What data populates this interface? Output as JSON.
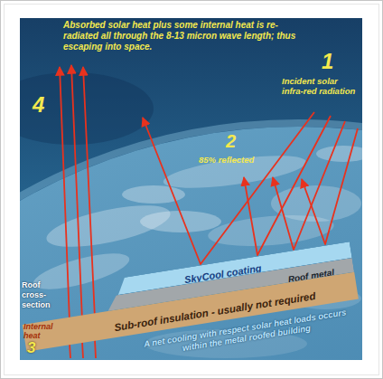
{
  "diagram": {
    "nodes": [
      {
        "text": [
          "SkyCool coating"
        ]
      },
      {
        "text": [
          "Roof metal"
        ]
      },
      {
        "text": [
          "Sub-roof insulation - usually not required"
        ]
      }
    ],
    "labels": [
      "Absorbed solar heat plus some internal heat is re-radiated all through the 8-13 micron wave length; thus escaping into space.",
      "1",
      "Incident solar infra-red radiation",
      "2",
      "85% reflected",
      "4",
      "Roof cross-section",
      "Internal heat",
      "3",
      "A net cooling with respect solar heat loads occurs within the metal roofed building"
    ]
  }
}
